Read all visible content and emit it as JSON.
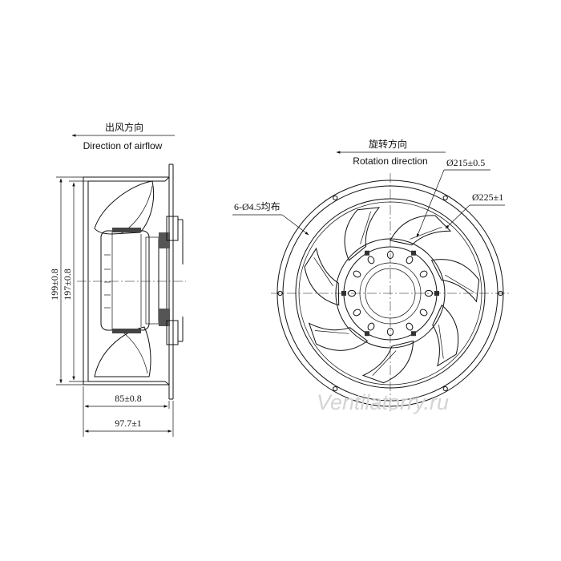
{
  "side_view": {
    "airflow_label_cn": "出风方向",
    "airflow_label_en": "Direction of airflow",
    "dim_height_outer": "199±0.8",
    "dim_height_inner": "197±0.8",
    "dim_depth_body": "85±0.8",
    "dim_depth_total": "97.7±1"
  },
  "front_view": {
    "rotation_label_cn": "旋转方向",
    "rotation_label_en": "Rotation direction",
    "dim_bolt_circle": "Ø215±0.5",
    "dim_outer_diameter": "Ø225±1",
    "dim_holes": "6-Ø4.5均布",
    "blade_count": 7,
    "hub_holes_outer": 12,
    "hub_holes_inner": 6
  },
  "watermark": "Ventilatorry.ru"
}
